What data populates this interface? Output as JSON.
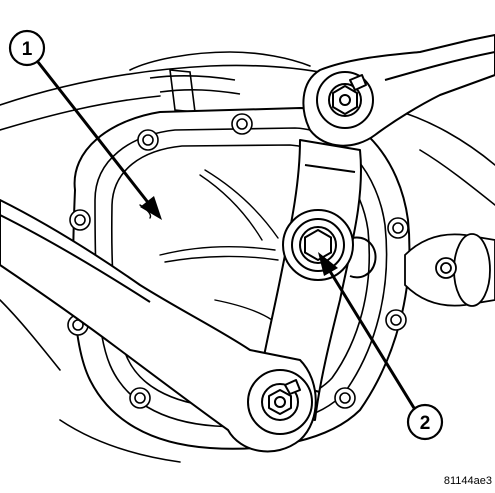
{
  "callouts": [
    {
      "id": "1",
      "label": "1"
    },
    {
      "id": "2",
      "label": "2"
    }
  ],
  "figure_id": "81144ae3",
  "colors": {
    "ink": "#000000",
    "paper": "#ffffff"
  }
}
